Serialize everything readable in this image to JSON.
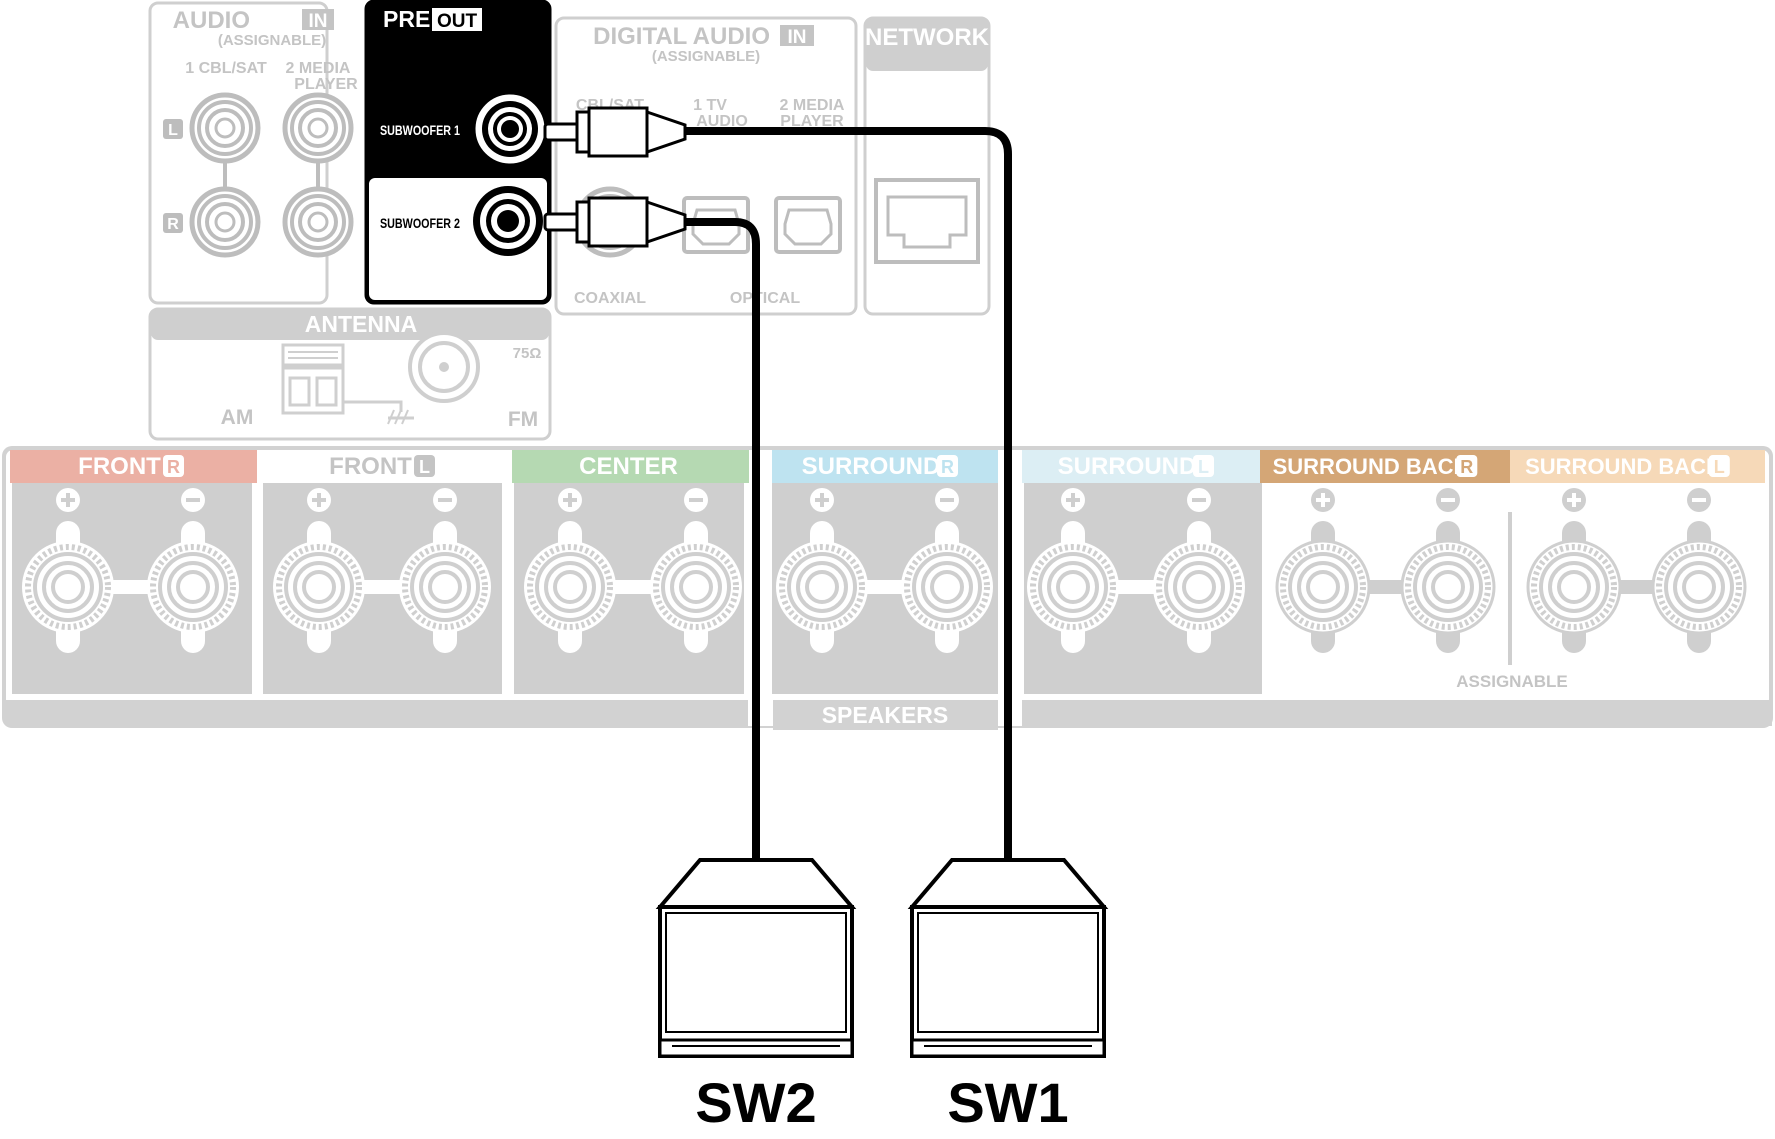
{
  "audio_in": {
    "title": "AUDIO",
    "badge": "IN",
    "subtitle": "(ASSIGNABLE)",
    "input1_label": "1 CBL/SAT",
    "input2_label_line1": "2 MEDIA",
    "input2_label_line2": "PLAYER",
    "channel_left": "L",
    "channel_right": "R"
  },
  "pre_out": {
    "title": "PRE",
    "badge": "OUT",
    "subwoofer1_label": "SUBWOOFER 1",
    "subwoofer2_label": "SUBWOOFER 2"
  },
  "digital_audio_in": {
    "title": "DIGITAL AUDIO",
    "badge": "IN",
    "subtitle": "(ASSIGNABLE)",
    "input1_label": "CBL/SAT",
    "input2_label_line1": "1   TV",
    "input2_label_line2": "AUDIO",
    "input3_label_line1": "2 MEDIA",
    "input3_label_line2": "PLAYER",
    "coaxial_label": "COAXIAL",
    "optical_label": "OPTICAL"
  },
  "network": {
    "title": "NETWORK"
  },
  "antenna": {
    "title": "ANTENNA",
    "am_label": "AM",
    "fm_label": "FM",
    "impedance_label": "75Ω"
  },
  "speakers": {
    "section_label": "SPEAKERS",
    "assignable_label": "ASSIGNABLE",
    "plus_symbol": "+",
    "minus_symbol": "−",
    "channels": [
      {
        "name": "FRONT",
        "side": "R",
        "color": "#EBB0A4"
      },
      {
        "name": "FRONT",
        "side": "L",
        "color": "#FFFFFF"
      },
      {
        "name": "CENTER",
        "side": "",
        "color": "#B5D9B2"
      },
      {
        "name": "SURROUND",
        "side": "R",
        "color": "#BEE3F0"
      },
      {
        "name": "SURROUND",
        "side": "L",
        "color": "#DCEEF4"
      },
      {
        "name": "SURROUND BACK",
        "side": "R",
        "color": "#D4A676"
      },
      {
        "name": "SURROUND BACK",
        "side": "L",
        "color": "#F6D9B8"
      }
    ]
  },
  "subwoofers": {
    "sw1_label": "SW1",
    "sw2_label": "SW2"
  },
  "colors": {
    "panel_gray": "#CFCFCF",
    "panel_gray_dark": "#C4C4C4",
    "label_gray": "#BDBDBD",
    "highlight_black": "#000000"
  }
}
